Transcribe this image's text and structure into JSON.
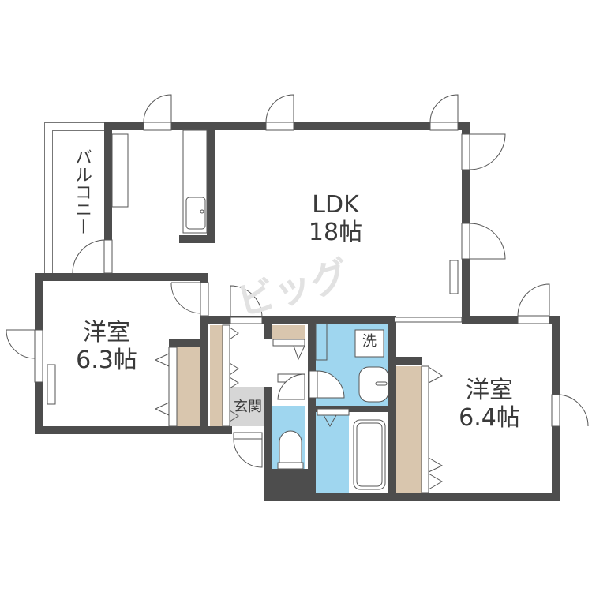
{
  "floor_plan": {
    "rooms": [
      {
        "id": "ldk",
        "name": "LDK",
        "size": "18帖"
      },
      {
        "id": "western-room-1",
        "name": "洋室",
        "size": "6.3帖"
      },
      {
        "id": "western-room-2",
        "name": "洋室",
        "size": "6.4帖"
      },
      {
        "id": "balcony",
        "name": "バルコニー"
      },
      {
        "id": "entrance",
        "name": "玄関"
      },
      {
        "id": "laundry",
        "name": "洗"
      }
    ],
    "watermark": "ビッグ",
    "colors": {
      "wall": "#4d4d4d",
      "wet_area": "#9fd6ef",
      "closet": "#d9c6ae",
      "entrance": "#d6d6d6",
      "floor": "#ffffff"
    }
  }
}
